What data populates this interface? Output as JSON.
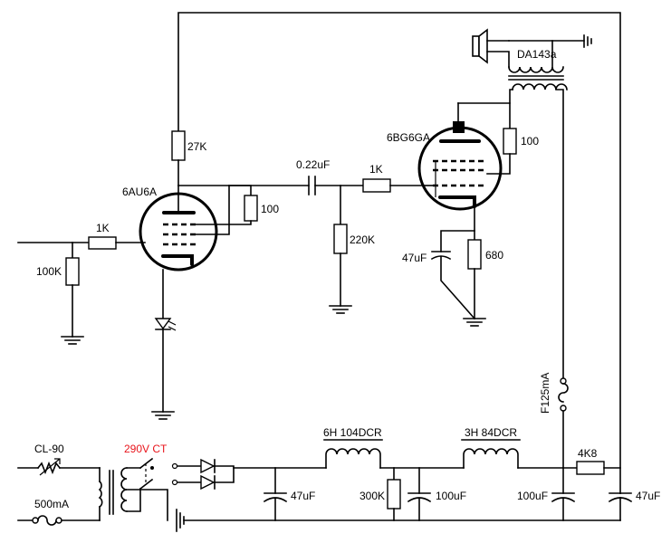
{
  "labels": {
    "r_27k": "27K",
    "tube1": "6AU6A",
    "r_100_g2": "100",
    "r_1k_in": "1K",
    "r_100k": "100K",
    "c_coupling": "0.22uF",
    "r_1k_grid": "1K",
    "r_220k": "220K",
    "tube2": "6BG6GA",
    "r_100_screen": "100",
    "c_cathode": "47uF",
    "r_680": "680",
    "transformer": "DA143a",
    "fuse": "F125mA",
    "cl90": "CL-90",
    "fuse_mains": "500mA",
    "transformer_ct": "290V CT",
    "choke1": "6H 104DCR",
    "choke2": "3H 84DCR",
    "c_47uf_1": "47uF",
    "r_300k": "300K",
    "c_100uf_1": "100uF",
    "c_100uf_2": "100uF",
    "r_4k8": "4K8",
    "c_47uf_2": "47uF"
  },
  "colors": {
    "accent_red": "#e8141b"
  }
}
